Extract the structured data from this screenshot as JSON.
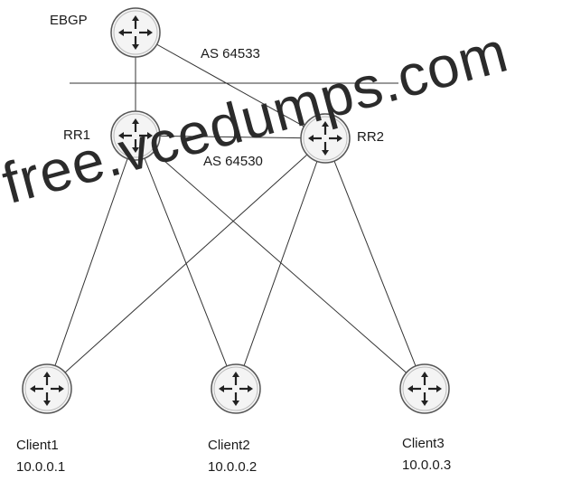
{
  "labels": {
    "ebgp": "EBGP",
    "rr1": "RR1",
    "rr2": "RR2",
    "as_outer": "AS 64533",
    "as_inner": "AS 64530",
    "client1_name": "Client1",
    "client1_ip": "10.0.0.1",
    "client2_name": "Client2",
    "client2_ip": "10.0.0.2",
    "client3_name": "Client3",
    "client3_ip": "10.0.0.3"
  },
  "watermark": "free.vcedumps.com",
  "nodes": [
    {
      "id": "ebgp",
      "icon": "router-icon"
    },
    {
      "id": "rr1",
      "icon": "router-icon"
    },
    {
      "id": "rr2",
      "icon": "router-icon"
    },
    {
      "id": "client1",
      "icon": "router-icon"
    },
    {
      "id": "client2",
      "icon": "router-icon"
    },
    {
      "id": "client3",
      "icon": "router-icon"
    }
  ],
  "links": [
    [
      "ebgp",
      "rr1"
    ],
    [
      "ebgp",
      "rr2"
    ],
    [
      "rr1",
      "rr2"
    ],
    [
      "rr1",
      "client1"
    ],
    [
      "rr1",
      "client2"
    ],
    [
      "rr1",
      "client3"
    ],
    [
      "rr2",
      "client1"
    ],
    [
      "rr2",
      "client2"
    ],
    [
      "rr2",
      "client3"
    ]
  ],
  "colors": {
    "line": "#333333",
    "router_fill": "#f4f4f4",
    "router_stroke": "#555555"
  }
}
